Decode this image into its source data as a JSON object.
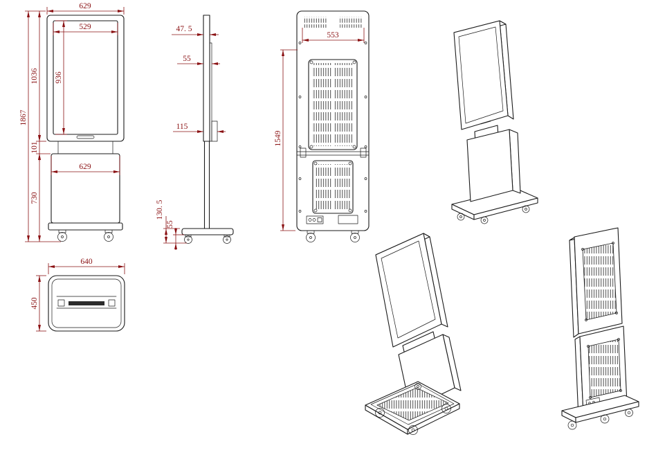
{
  "colors": {
    "background": "#ffffff",
    "line": "#1a1a1a",
    "dimension": "#8a1113"
  },
  "views": {
    "front": {
      "label": "front-view",
      "dims": {
        "overall_width": "629",
        "screen_width": "529",
        "upper_height": "1036",
        "screen_height": "936",
        "overall_height": "1867",
        "neck_height": "101",
        "cabinet_height": "730",
        "cabinet_width": "629"
      }
    },
    "side": {
      "label": "side-view",
      "dims": {
        "top_depth": "47. 5",
        "upper_depth": "55",
        "mid_depth": "115",
        "base_height": "130. 5",
        "caster_height": "55"
      }
    },
    "back": {
      "label": "back-view",
      "dims": {
        "inner_width": "553",
        "panel_height": "1549"
      }
    },
    "top": {
      "label": "top-view",
      "dims": {
        "base_width": "640",
        "base_depth": "450"
      }
    }
  }
}
